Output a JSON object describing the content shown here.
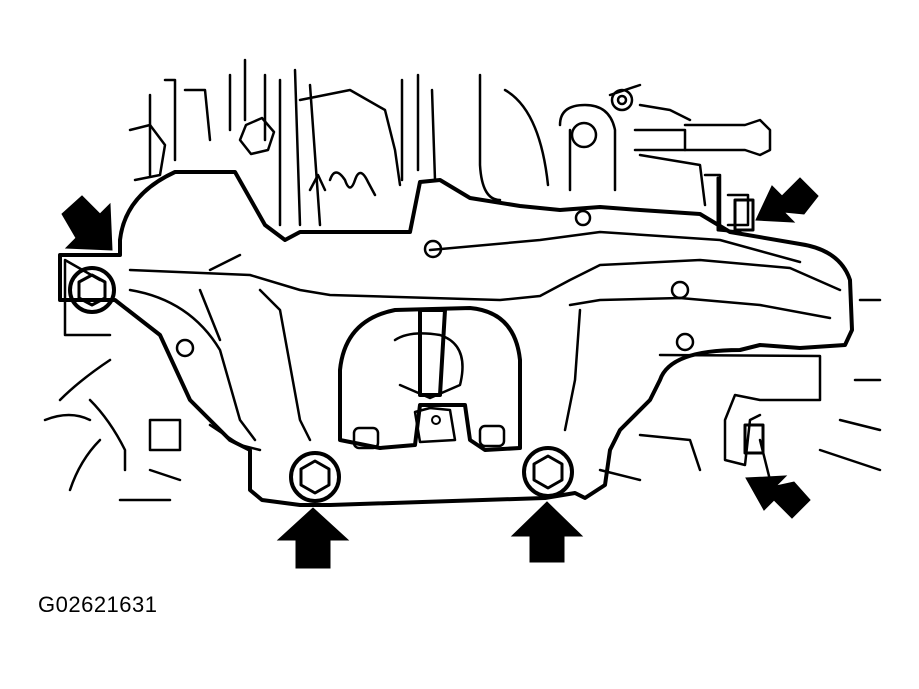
{
  "figure": {
    "code": "G02621631",
    "part": "intake-manifold",
    "callouts": [
      {
        "id": "arrow-left",
        "target": "bolt-left",
        "direction": "down-right"
      },
      {
        "id": "arrow-top-right",
        "target": "stud-top-right",
        "direction": "down-left"
      },
      {
        "id": "arrow-bottom-right",
        "target": "stud-bottom-right",
        "direction": "up-left"
      },
      {
        "id": "arrow-bottom-left",
        "target": "bolt-bottom-left",
        "direction": "up"
      },
      {
        "id": "arrow-bottom-center",
        "target": "bolt-bottom-center",
        "direction": "up"
      }
    ],
    "colors": {
      "ink": "#000000",
      "background": "#ffffff"
    }
  }
}
